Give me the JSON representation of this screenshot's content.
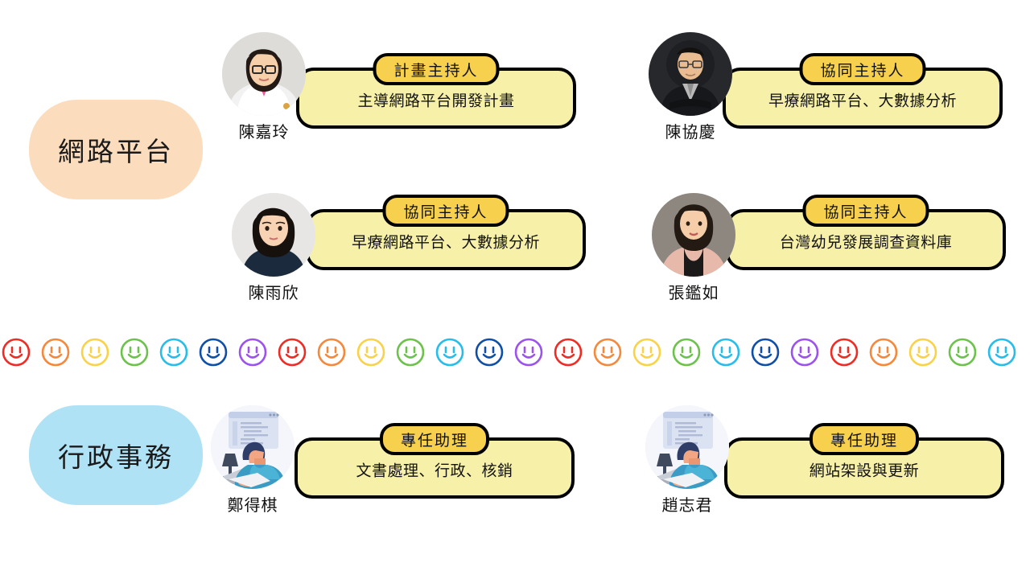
{
  "slide": {
    "background_color": "#ffffff",
    "groups": [
      {
        "id": "network-platform",
        "label": "網路平台",
        "pill_color": "#fbdcbd",
        "members": [
          {
            "name": "陳嘉玲",
            "role": "計畫主持人",
            "description": "主導網路平台開發計畫",
            "avatar": "photo-woman-glasses-labcoat"
          },
          {
            "name": "陳協慶",
            "role": "協同主持人",
            "description": "早療網路平台、大數據分析",
            "avatar": "photo-man-suit-dark-background"
          },
          {
            "name": "陳雨欣",
            "role": "協同主持人",
            "description": "早療網路平台、大數據分析",
            "avatar": "photo-young-woman-dark-hair"
          },
          {
            "name": "張鑑如",
            "role": "協同主持人",
            "description": "台灣幼兒發展調查資料庫",
            "avatar": "photo-woman-pink-cardigan"
          }
        ]
      },
      {
        "id": "administration",
        "label": "行政事務",
        "pill_color": "#b0e2f5",
        "members": [
          {
            "name": "鄭得棋",
            "role": "專任助理",
            "description": "文書處理、行政、核銷",
            "avatar": "illustration-person-at-laptop"
          },
          {
            "name": "趙志君",
            "role": "專任助理",
            "description": "網站架設與更新",
            "avatar": "illustration-person-at-laptop"
          }
        ]
      }
    ],
    "divider": {
      "icon": "smiley-face-icon",
      "count": 26,
      "colors": [
        "#ee2c24",
        "#f5883a",
        "#fad24a",
        "#6cc martin",
        "#27bdea",
        "#0f4fa8",
        "#9b52ee"
      ],
      "palette": [
        "#ee2c24",
        "#f5883a",
        "#fad24a",
        "#6cc24a",
        "#27bdea",
        "#0f4fa8",
        "#9b52ee"
      ]
    },
    "card_style": {
      "fill": "#f6f0a8",
      "border": "#000000",
      "badge_fill": "#f7d14e"
    }
  }
}
